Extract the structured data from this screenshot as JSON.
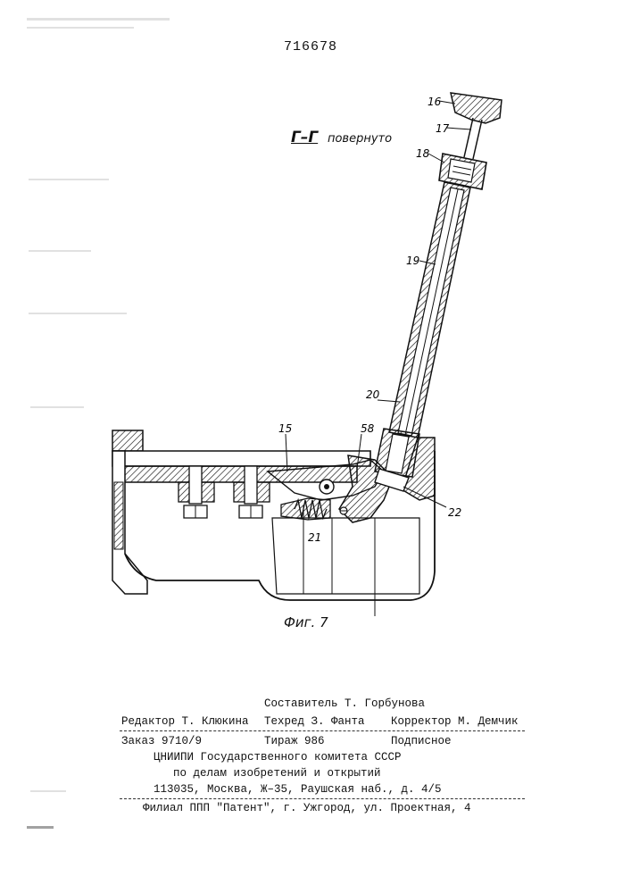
{
  "patent_number": "716678",
  "section_label": {
    "letters": "Г–Г",
    "word": "повернуто"
  },
  "figure_caption": "Фиг. 7",
  "reference_numbers": {
    "n16": "16",
    "n17": "17",
    "n18": "18",
    "n19": "19",
    "n20": "20",
    "n15": "15",
    "n58": "58",
    "n21": "21",
    "n22": "22"
  },
  "imprint": {
    "compiler": "Составитель Т. Горбунова",
    "editor": "Редактор Т. Клюкина",
    "techred": "Техред З. Фанта",
    "corrector": "Корректор  М. Демчик",
    "order": "Заказ 9710/9",
    "print_run": "Тираж 986",
    "subscription": "Подписное",
    "institute": "ЦНИИПИ Государственного комитета СССР",
    "institute_sub": "по делам изобретений и открытий",
    "address": "113035, Москва, Ж–35, Раушская наб., д. 4/5",
    "branch": "Филиал ППП \"Патент\", г. Ужгород, ул. Проектная, 4"
  }
}
